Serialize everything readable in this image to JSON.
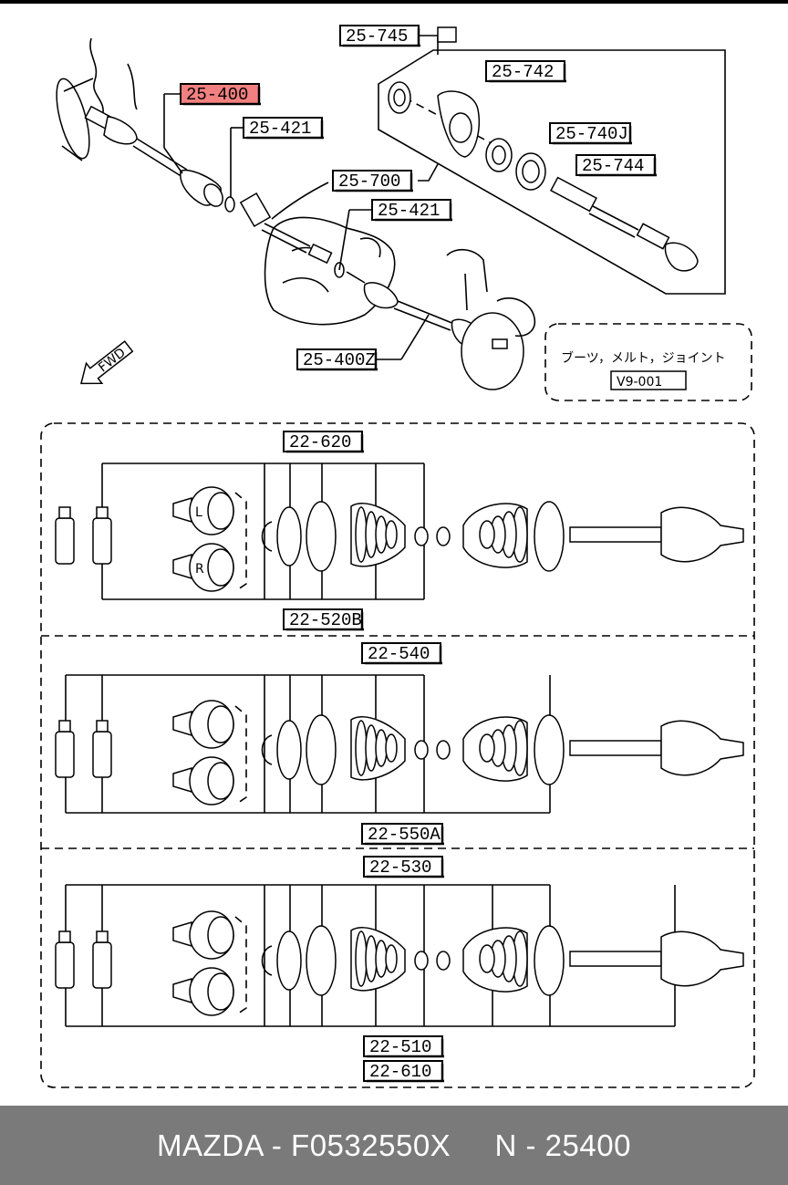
{
  "callouts": {
    "c25_745": "25-745",
    "c25_742": "25-742",
    "c25_400": "25-400",
    "c25_421_a": "25-421",
    "c25_740j": "25-740J",
    "c25_744": "25-744",
    "c25_700": "25-700",
    "c25_421_b": "25-421",
    "c25_400z": "25-400Z",
    "c22_620": "22-620",
    "c22_520b": "22-520B",
    "c22_540": "22-540",
    "c22_550a": "22-550A",
    "c22_530": "22-530",
    "c22_510": "22-510",
    "c22_610": "22-610"
  },
  "highlight_color": "#f28080",
  "note": {
    "text": "ブーツ，メルト，ジョイント",
    "ref": "V9-001"
  },
  "arrow_label": "FWD",
  "marks": {
    "left": "L",
    "right": "R"
  },
  "footer": {
    "text": "MAZDA - F0532550X     N - 25400"
  }
}
